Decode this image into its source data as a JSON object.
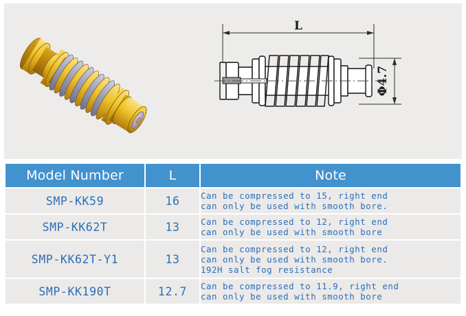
{
  "figure": {
    "product_render_name": "SMP spring-loaded coaxial connector 3D render",
    "drawing": {
      "length_label": "L",
      "diameter_label": "Φ4.7",
      "title": "SMP bullet adapter outline drawing"
    }
  },
  "table": {
    "headers": {
      "model": "Model Number",
      "l": "L",
      "note": "Note"
    },
    "header_bg": "#4292CE",
    "cell_bg": "#EBEAE8",
    "text_color": "#2A6EBB",
    "rows": [
      {
        "model": "SMP-KK59",
        "l": "16",
        "note": "Can be compressed to 15, right end\ncan only be used with smooth bore.",
        "note_lines": 2
      },
      {
        "model": "SMP-KK62T",
        "l": "13",
        "note": "Can be compressed to 12, right end\ncan only be used with smooth bore",
        "note_lines": 2
      },
      {
        "model": "SMP-KK62T-Y1",
        "l": "13",
        "note": "Can be compressed to 12, right end\ncan only be used with smooth bore.\n192H salt fog resistance",
        "note_lines": 3
      },
      {
        "model": "SMP-KK190T",
        "l": "12.7",
        "note": "Can be compressed to 11.9, right end\ncan only be used with smooth bore",
        "note_lines": 2
      }
    ]
  }
}
